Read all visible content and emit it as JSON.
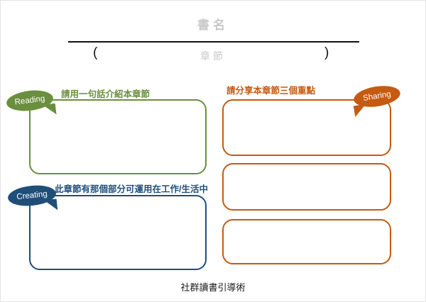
{
  "header": {
    "book_title": "書名",
    "paren_left": "(",
    "chapter": "章節",
    "paren_right": ")"
  },
  "reading": {
    "bubble_label": "Reading",
    "prompt": "請用一句話介紹本章節"
  },
  "sharing": {
    "bubble_label": "Sharing",
    "prompt": "請分享本章節三個重點"
  },
  "creating": {
    "bubble_label": "Creating",
    "prompt": "此章節有那個部分可運用在工作/生活中"
  },
  "footer": {
    "title": "社群讀書引導術"
  },
  "colors": {
    "green": "#6a8f3f",
    "orange": "#c55a11",
    "navy": "#1f4e79",
    "placeholder_gray": "#c9c9c9"
  }
}
